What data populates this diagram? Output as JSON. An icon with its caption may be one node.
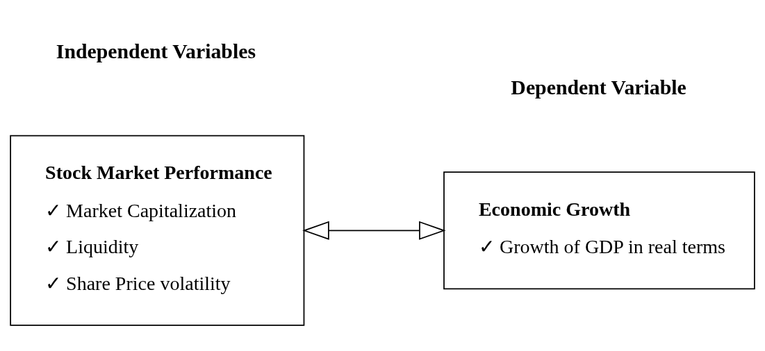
{
  "diagram": {
    "nodes": [
      {
        "text": [
          "Stock Market Performance",
          "✓ Market Capitalization",
          "✓ Liquidity",
          "✓ Share Price volatility"
        ]
      },
      {
        "text": [
          "Economic Growth",
          "✓ Growth of GDP in real terms"
        ]
      }
    ],
    "edges": [
      {
        "from": 0,
        "to": 1,
        "arrow": "both"
      }
    ],
    "labels": [
      "Independent Variables",
      "Dependent Variable"
    ]
  }
}
